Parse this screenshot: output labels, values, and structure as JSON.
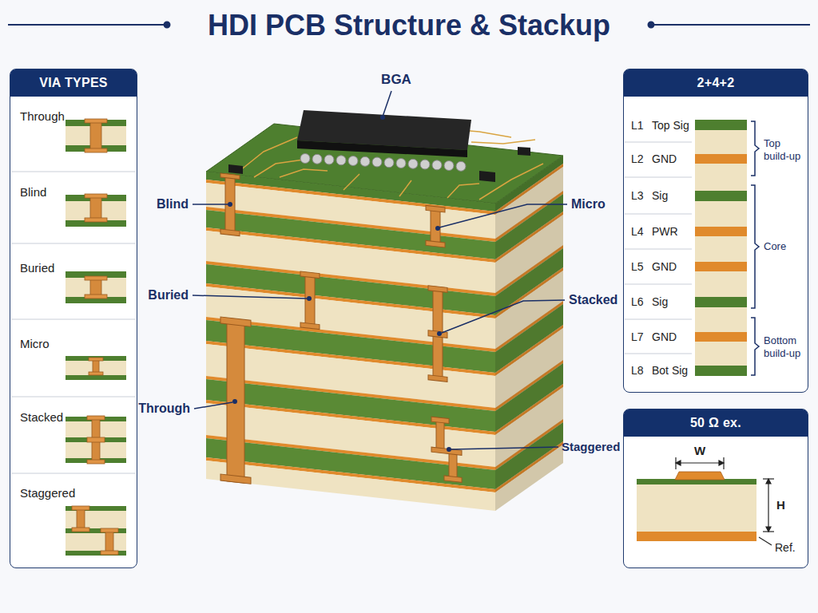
{
  "diagram": {
    "title": "HDI PCB Structure & Stackup",
    "nodes": [
      {
        "text": [
          "VIA TYPES"
        ]
      },
      {
        "text": [
          "2+4+2"
        ]
      },
      {
        "text": [
          "50 Ω ex."
        ]
      }
    ],
    "labels": [
      "Through",
      "Blind",
      "Buried",
      "Micro",
      "Stacked",
      "Staggered",
      "BGA",
      "Blind",
      "Micro",
      "Buried",
      "Stacked",
      "Through",
      "Staggered",
      "L1",
      "Top Sig",
      "L2",
      "GND",
      "L3",
      "Sig",
      "L4",
      "PWR",
      "L5",
      "GND",
      "L6",
      "Sig",
      "L7",
      "GND",
      "L8",
      "Bot Sig",
      "Top build-up",
      "Core",
      "Bottom build-up",
      "W",
      "H",
      "Ref."
    ]
  }
}
